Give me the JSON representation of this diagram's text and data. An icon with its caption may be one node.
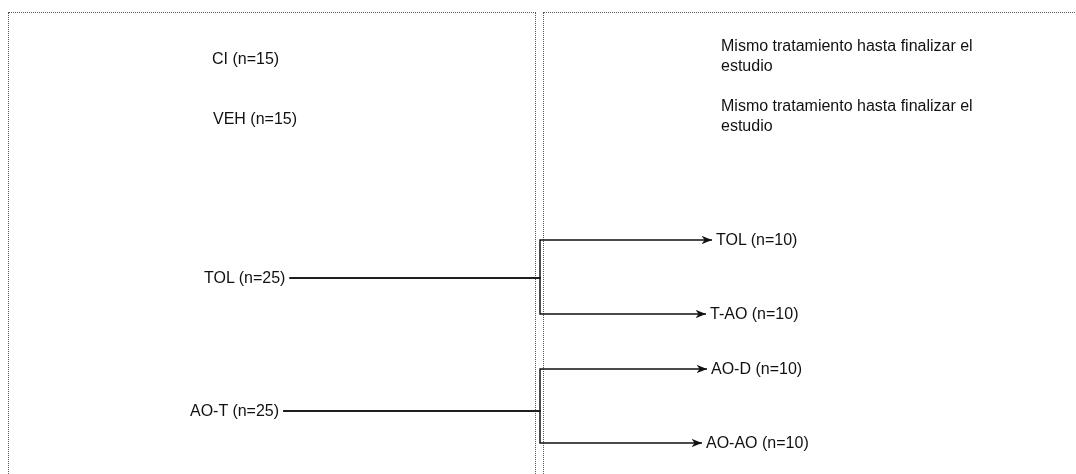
{
  "diagram": {
    "nodes": [
      {
        "text": [],
        "shape": "box"
      },
      {
        "text": [],
        "shape": "box"
      },
      {
        "text": [
          "CI (n=15)"
        ],
        "in": 0
      },
      {
        "text": [
          "VEH (n=15)"
        ],
        "in": 0
      },
      {
        "text": [
          "TOL (n=25)"
        ],
        "in": 0
      },
      {
        "text": [
          "AO-T (n=25)"
        ],
        "in": 0
      },
      {
        "text": [
          "Mismo tratamiento hasta finalizar el estudio"
        ],
        "in": 1
      },
      {
        "text": [
          "Mismo tratamiento hasta finalizar el estudio"
        ],
        "in": 1
      },
      {
        "text": [
          "TOL (n=10)"
        ],
        "in": 1
      },
      {
        "text": [
          "T-AO (n=10)"
        ],
        "in": 1
      },
      {
        "text": [
          "AO-D (n=10)"
        ],
        "in": 1
      },
      {
        "text": [
          "AO-AO (n=10)"
        ],
        "in": 1
      }
    ],
    "edges": [
      {
        "from": 4,
        "to": 8,
        "arrow": "to"
      },
      {
        "from": 4,
        "to": 9,
        "arrow": "to"
      },
      {
        "from": 5,
        "to": 10,
        "arrow": "to"
      },
      {
        "from": 5,
        "to": 11,
        "arrow": "to"
      }
    ]
  }
}
